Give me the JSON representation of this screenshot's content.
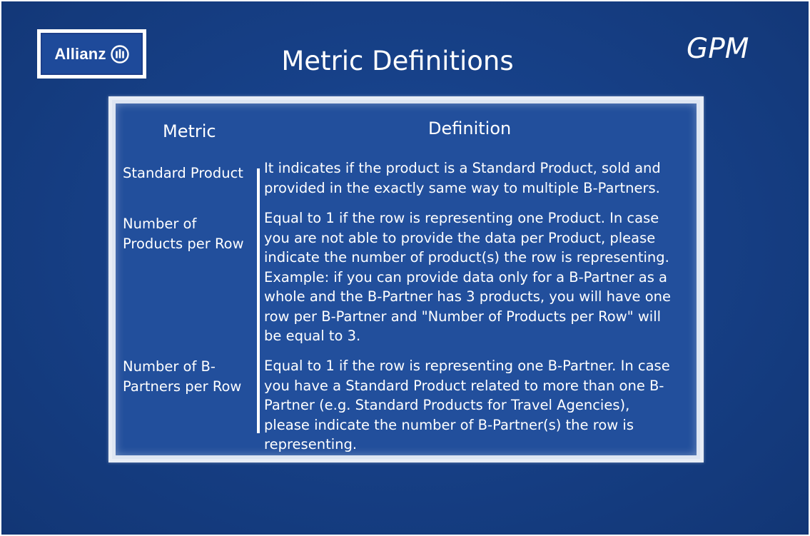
{
  "header": {
    "logo_text": "Allianz",
    "logo_icon": "allianz-eagle-icon",
    "title": "Metric Definitions",
    "badge": "GPM"
  },
  "table": {
    "column_headers": {
      "metric": "Metric",
      "definition": "Definition"
    },
    "rows": [
      {
        "metric": "Standard Product",
        "definition": "It indicates if the product is a Standard Product, sold and\nprovided in the exactly same way to multiple B-Partners."
      },
      {
        "metric": "Number of\nProducts per Row",
        "definition": "Equal to 1 if the row is representing one Product. In case\nyou are not able to provide the data per Product, please\nindicate the number of product(s) the row is representing.\nExample: if you can provide data only for a B-Partner as a\nwhole and the B-Partner has 3 products, you will have one\nrow per B-Partner and \"Number of Products per Row\"  will\nbe equal to 3."
      },
      {
        "metric": "Number of B-\nPartners per Row",
        "definition": "Equal to 1 if the row is representing one B-Partner. In case\nyou have a Standard Product related to more than one B-\nPartner  (e.g. Standard Products for Travel Agencies),\nplease indicate the number of B-Partner(s) the row is\nrepresenting."
      }
    ]
  },
  "colors": {
    "background": "#174189",
    "panel": "#224f9c",
    "text": "#ffffff"
  }
}
